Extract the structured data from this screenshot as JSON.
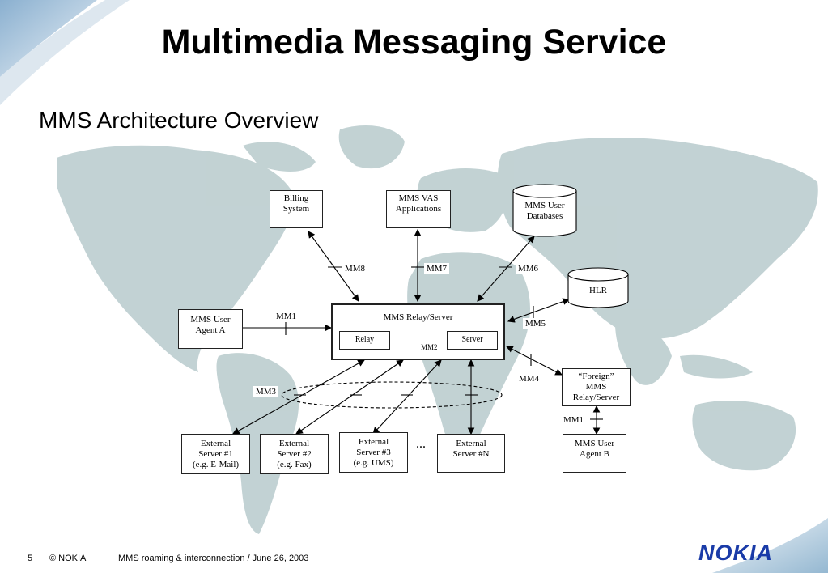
{
  "title": "Multimedia Messaging Service",
  "subtitle": "MMS Architecture Overview",
  "diagram": {
    "billing": [
      "Billing",
      "System"
    ],
    "vas": [
      "MMS VAS",
      "Applications"
    ],
    "user_db": [
      "MMS User",
      "Databases"
    ],
    "hlr": "HLR",
    "agent_a": [
      "MMS User",
      "Agent A"
    ],
    "relay_server": "MMS Relay/Server",
    "relay": "Relay",
    "server": "Server",
    "foreign": [
      "“Foreign”",
      "MMS",
      "Relay/Server"
    ],
    "agent_b": [
      "MMS User",
      "Agent B"
    ],
    "ext1": [
      "External",
      "Server #1",
      "(e.g. E-Mail)"
    ],
    "ext2": [
      "External",
      "Server #2",
      "(e.g. Fax)"
    ],
    "ext3": [
      "External",
      "Server #3",
      "(e.g. UMS)"
    ],
    "ellipsis": "...",
    "extn": [
      "External",
      "Server #N"
    ],
    "interfaces": {
      "mm1": "MM1",
      "mm2": "MM2",
      "mm3": "MM3",
      "mm4": "MM4",
      "mm5": "MM5",
      "mm6": "MM6",
      "mm7": "MM7",
      "mm8": "MM8",
      "mm1_b": "MM1"
    }
  },
  "footer": {
    "page": "5",
    "copyright": "© NOKIA",
    "text": "MMS roaming & interconnection / June 26, 2003",
    "logo": "NOKIA"
  },
  "colors": {
    "map": "#aec3c5",
    "background_wave": "#7fa8c8",
    "logo": "#1a3ba8"
  }
}
